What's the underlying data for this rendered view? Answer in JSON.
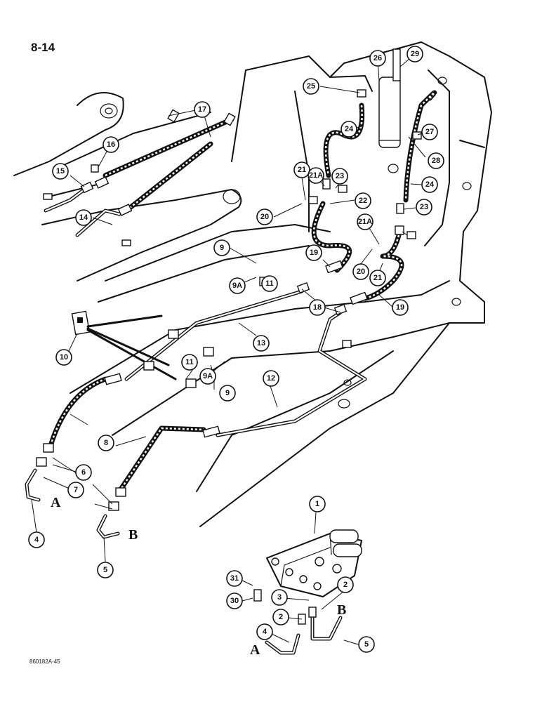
{
  "page_number": "8-14",
  "figure_id": "860182A-45",
  "port_labels": {
    "a": "A",
    "b": "B"
  },
  "callouts": {
    "c1": "1",
    "c2a": "2",
    "c2b": "2",
    "c3": "3",
    "c4a": "4",
    "c4b": "4",
    "c5a": "5",
    "c5b": "5",
    "c6": "6",
    "c7": "7",
    "c8": "8",
    "c9a": "9",
    "c9b": "9",
    "c9Aa": "9A",
    "c9Ab": "9A",
    "c10": "10",
    "c11a": "11",
    "c11b": "11",
    "c12": "12",
    "c13": "13",
    "c14": "14",
    "c15": "15",
    "c16": "16",
    "c17": "17",
    "c18": "18",
    "c19a": "19",
    "c19b": "19",
    "c20a": "20",
    "c20b": "20",
    "c21a": "21",
    "c21b": "21",
    "c21Aa": "21A",
    "c21Ab": "21A",
    "c22": "22",
    "c23a": "23",
    "c23b": "23",
    "c24a": "24",
    "c24b": "24",
    "c25": "25",
    "c26": "26",
    "c27": "27",
    "c28": "28",
    "c29": "29",
    "c30": "30",
    "c31": "31"
  }
}
